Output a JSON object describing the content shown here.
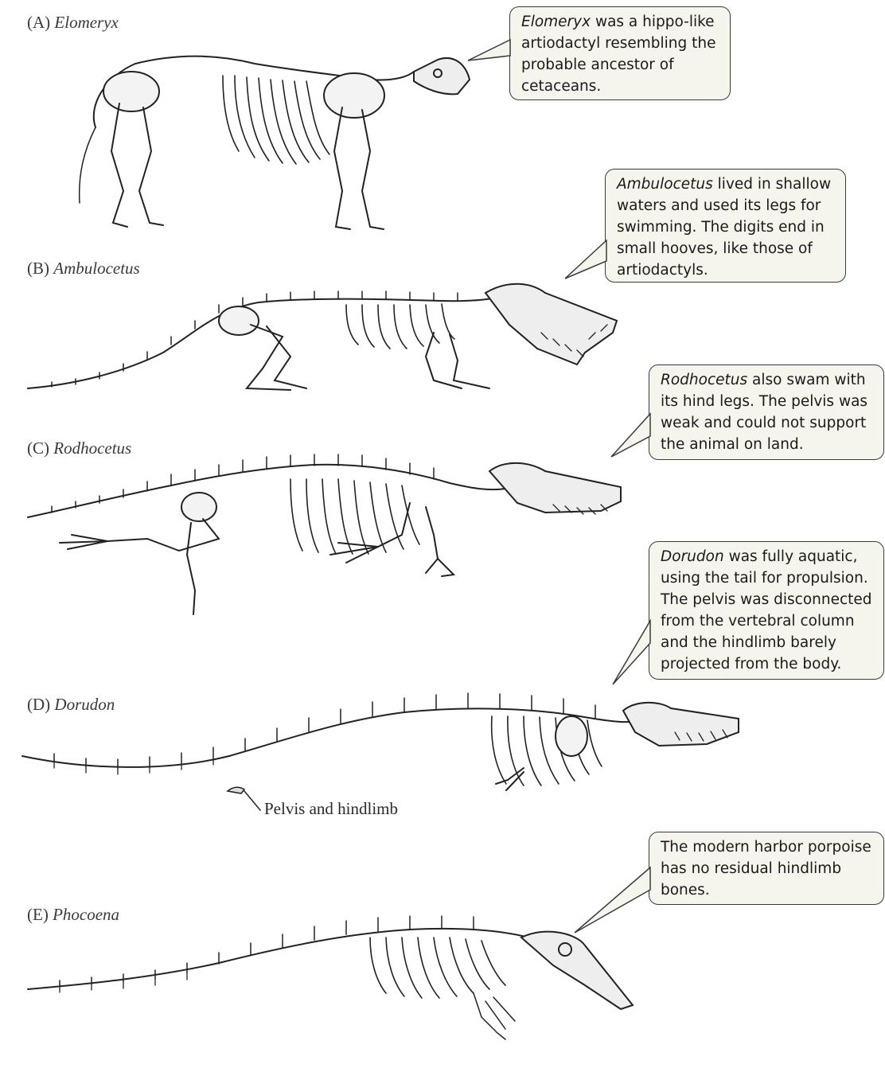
{
  "panels": [
    {
      "letter": "(A)",
      "genus": "Elomeryx",
      "callout": {
        "lead": "Elomeryx",
        "rest": " was a hippo-like artiodactyl resembling the probable ancestor of cetaceans."
      }
    },
    {
      "letter": "(B)",
      "genus": "Ambulocetus",
      "callout": {
        "lead": "Ambulocetus",
        "rest": " lived in shallow waters and used its legs for swimming. The digits end in small hooves, like those of artiodactyls."
      }
    },
    {
      "letter": "(C)",
      "genus": "Rodhocetus",
      "callout": {
        "lead": "Rodhocetus",
        "rest": " also swam with its hind legs. The pelvis was weak and could not support the animal on land."
      }
    },
    {
      "letter": "(D)",
      "genus": "Dorudon",
      "callout": {
        "lead": "Dorudon",
        "rest": " was fully aquatic, using the tail for propulsion. The pelvis was disconnected from the vertebral column and the hindlimb barely projected from the body."
      }
    },
    {
      "letter": "(E)",
      "genus": "Phocoena",
      "callout": {
        "lead": "",
        "rest": "The modern harbor porpoise has no residual hindlimb bones."
      }
    }
  ],
  "annotation": {
    "pelvis_label": "Pelvis and hindlimb"
  }
}
